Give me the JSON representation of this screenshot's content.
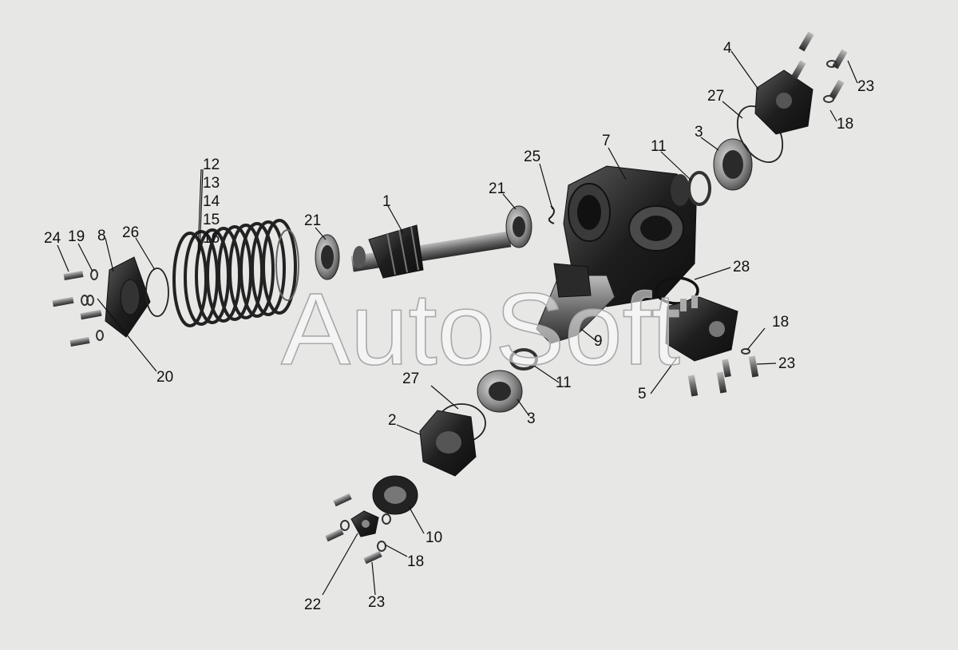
{
  "watermark": "AutoSoft",
  "colors": {
    "background": "#e7e7e6",
    "part_dark": "#1c1c1c",
    "part_mid": "#4a4a4a",
    "part_light": "#8c8c8c",
    "label": "#111111"
  },
  "callouts": {
    "c1": "1",
    "c2": "2",
    "c3a": "3",
    "c3b": "3",
    "c4": "4",
    "c5": "5",
    "c7": "7",
    "c8": "8",
    "c9": "9",
    "c10": "10",
    "c11a": "11",
    "c11b": "11",
    "c12": "12",
    "c13": "13",
    "c14": "14",
    "c15": "15",
    "c16": "16",
    "c18a": "18",
    "c18b": "18",
    "c18c": "18",
    "c19": "19",
    "c20": "20",
    "c21a": "21",
    "c21b": "21",
    "c22": "22",
    "c23a": "23",
    "c23b": "23",
    "c23c": "23",
    "c24": "24",
    "c25": "25",
    "c26": "26",
    "c27a": "27",
    "c27b": "27",
    "c28": "28"
  }
}
